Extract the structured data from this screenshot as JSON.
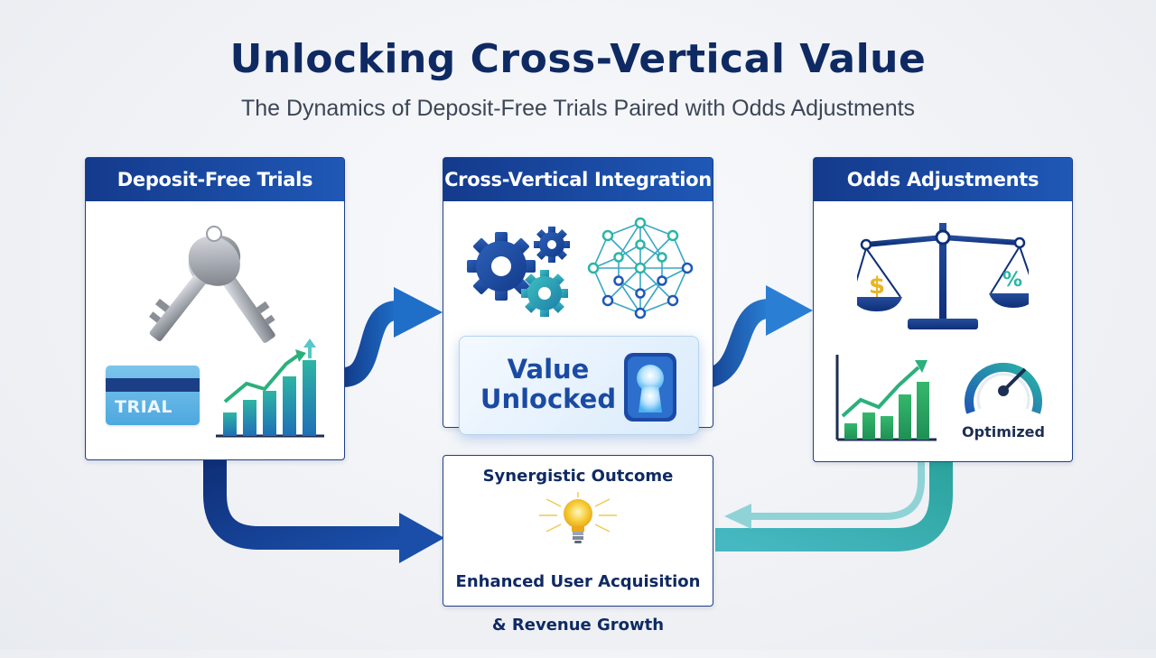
{
  "title": "Unlocking Cross-Vertical Value",
  "subtitle": "The Dynamics of Deposit-Free Trials Paired with Odds Adjustments",
  "panels": {
    "deposit_free": {
      "header": "Deposit-Free Trials",
      "card_label": "TRIAL"
    },
    "cross_vertical": {
      "header": "Cross-Vertical Integration",
      "badge_line1": "Value",
      "badge_line2": "Unlocked"
    },
    "odds": {
      "header": "Odds Adjustments",
      "gauge_label": "Optimized",
      "scale_left_symbol": "$",
      "scale_right_symbol": "%"
    }
  },
  "outcome": {
    "title": "Synergistic Outcome",
    "description_line1": "Enhanced User Acquisition",
    "description_line2": "& Revenue Growth"
  },
  "colors": {
    "navy": "#0f2a63",
    "header_blue": "#1f58b6",
    "teal": "#2bb5a6",
    "gold": "#e8b526"
  },
  "icons": [
    "keys-icon",
    "trial-card-icon",
    "growth-chart-icon",
    "gears-icon",
    "network-icon",
    "keyhole-icon",
    "balance-scale-icon",
    "bar-chart-icon",
    "gauge-icon",
    "lightbulb-icon"
  ]
}
